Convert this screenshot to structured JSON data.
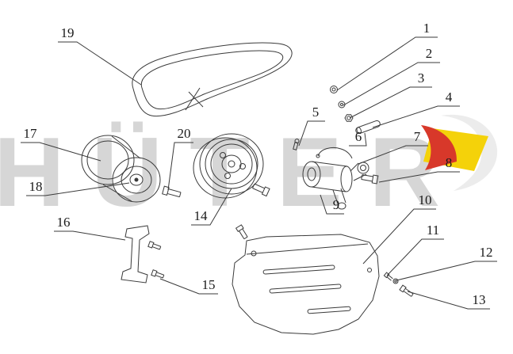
{
  "watermark": {
    "text": "HÜTER"
  },
  "parts": {
    "labels": [
      "1",
      "2",
      "3",
      "4",
      "5",
      "6",
      "7",
      "8",
      "9",
      "10",
      "11",
      "12",
      "13",
      "14",
      "15",
      "16",
      "17",
      "18",
      "19",
      "20"
    ]
  },
  "colors": {
    "line": "#3a3a3a",
    "watermark_gray": "#b5b5b5",
    "logo_gray": "#ececec",
    "logo_yellow": "#f4d20a",
    "logo_red": "#d8382a"
  }
}
